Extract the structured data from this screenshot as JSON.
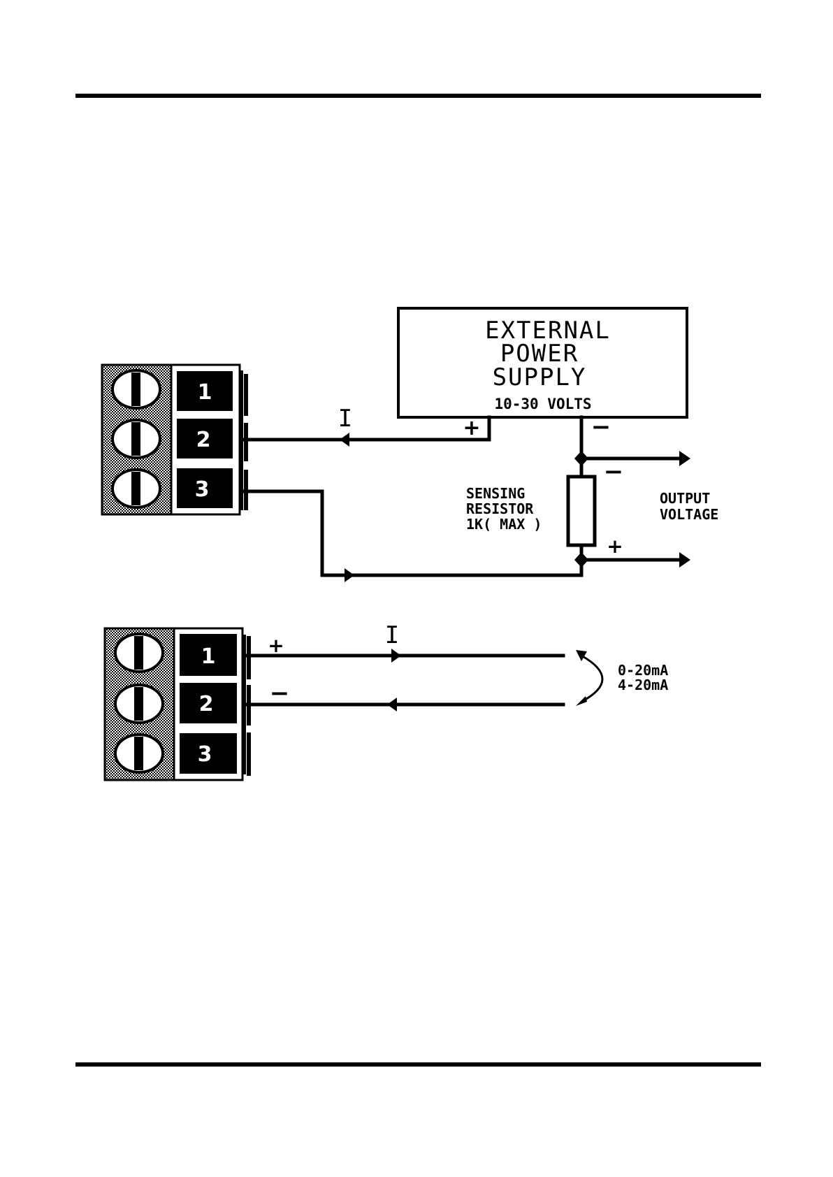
{
  "power_supply": {
    "title_lines": [
      "EXTERNAL",
      "POWER",
      "SUPPLY"
    ],
    "voltage": "10-30 VOLTS",
    "plus": "+",
    "minus": "−"
  },
  "resistor": {
    "lines": [
      "SENSING",
      "RESISTOR",
      "1K( MAX )"
    ],
    "minus": "−",
    "plus": "+"
  },
  "output": {
    "lines": [
      "OUTPUT",
      "VOLTAGE"
    ]
  },
  "current_symbol": "I",
  "top_terminal": {
    "numbers": [
      "1",
      "2",
      "3"
    ]
  },
  "bottom_terminal": {
    "numbers": [
      "1",
      "2",
      "3"
    ],
    "plus": "+",
    "minus": "−",
    "ranges": [
      "0-20mA",
      "4-20mA"
    ]
  }
}
